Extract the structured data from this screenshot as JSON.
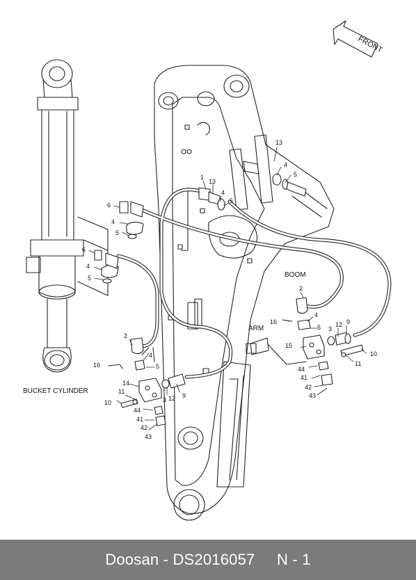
{
  "diagram": {
    "labels": {
      "front": "FRONT",
      "boom": "BOOM",
      "arm": "ARM",
      "bucket_cylinder": "BUCKET CYLINDER"
    },
    "callouts": [
      {
        "id": "c1",
        "text": "1"
      },
      {
        "id": "c2l",
        "text": "2"
      },
      {
        "id": "c2r",
        "text": "2"
      },
      {
        "id": "c3l",
        "text": "3"
      },
      {
        "id": "c3r",
        "text": "3"
      },
      {
        "id": "c4a",
        "text": "4"
      },
      {
        "id": "c4b",
        "text": "4"
      },
      {
        "id": "c4c",
        "text": "4"
      },
      {
        "id": "c4d",
        "text": "4"
      },
      {
        "id": "c4e",
        "text": "4"
      },
      {
        "id": "c4f",
        "text": "4"
      },
      {
        "id": "c5a",
        "text": "5"
      },
      {
        "id": "c5b",
        "text": "5"
      },
      {
        "id": "c5c",
        "text": "5"
      },
      {
        "id": "c5d",
        "text": "5"
      },
      {
        "id": "c5e",
        "text": "5"
      },
      {
        "id": "c5f",
        "text": "5"
      },
      {
        "id": "c6a",
        "text": "6"
      },
      {
        "id": "c6b",
        "text": "6"
      },
      {
        "id": "c9l",
        "text": "9"
      },
      {
        "id": "c9r",
        "text": "9"
      },
      {
        "id": "c10l",
        "text": "10"
      },
      {
        "id": "c10r",
        "text": "10"
      },
      {
        "id": "c11l",
        "text": "11"
      },
      {
        "id": "c11r",
        "text": "11"
      },
      {
        "id": "c12l",
        "text": "12"
      },
      {
        "id": "c12r",
        "text": "12"
      },
      {
        "id": "c13a",
        "text": "13"
      },
      {
        "id": "c13b",
        "text": "13"
      },
      {
        "id": "c14",
        "text": "14"
      },
      {
        "id": "c15",
        "text": "15"
      },
      {
        "id": "c16l",
        "text": "16"
      },
      {
        "id": "c16r",
        "text": "16"
      },
      {
        "id": "c41l",
        "text": "41"
      },
      {
        "id": "c41r",
        "text": "41"
      },
      {
        "id": "c42l",
        "text": "42"
      },
      {
        "id": "c42r",
        "text": "42"
      },
      {
        "id": "c43l",
        "text": "43"
      },
      {
        "id": "c43r",
        "text": "43"
      },
      {
        "id": "c44l",
        "text": "44"
      },
      {
        "id": "c44r",
        "text": "44"
      }
    ]
  },
  "footer": {
    "text": "Doosan - DS2016057     N - 1"
  }
}
